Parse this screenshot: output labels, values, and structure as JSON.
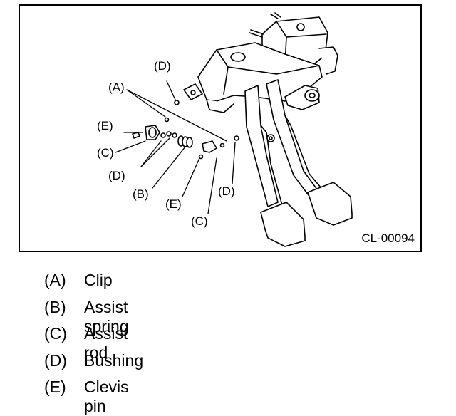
{
  "figure": {
    "code": "CL-00094",
    "callouts": {
      "a": "(A)",
      "d_top": "(D)",
      "e_left": "(E)",
      "c_left": "(C)",
      "d_left": "(D)",
      "b": "(B)",
      "e_bottom": "(E)",
      "c_bottom": "(C)",
      "d_right": "(D)"
    }
  },
  "legend": [
    {
      "key": "(A)",
      "desc": "Clip"
    },
    {
      "key": "(B)",
      "desc": "Assist spring"
    },
    {
      "key": "(C)",
      "desc": "Assist rod"
    },
    {
      "key": "(D)",
      "desc": "Bushing"
    },
    {
      "key": "(E)",
      "desc": "Clevis pin"
    }
  ]
}
